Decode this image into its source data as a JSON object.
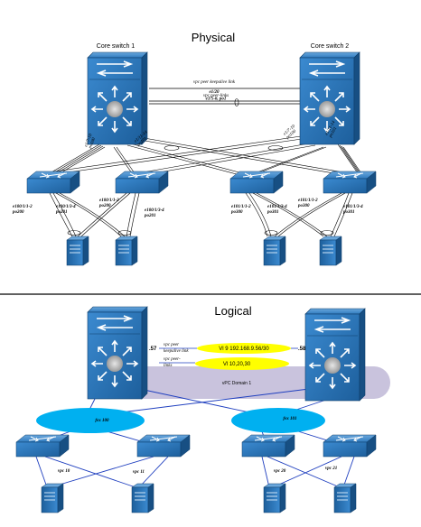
{
  "physical": {
    "title": "Physical",
    "core1_label": "Core switch 1",
    "core2_label": "Core switch 2",
    "keepalive_text": "vpc peer keepalive link",
    "keepalive_port": "e1/20",
    "peerlink_text": "vpc peer-links",
    "peerlink_port": "e1/5-6, po1",
    "c1_left_ports": "e1/7-10",
    "c1_left_po": "po100",
    "c1_right_ports": "e1/11-14",
    "c1_right_po": "po101",
    "c2_left_ports": "e1/7-10",
    "c2_left_po": "po100",
    "c2_right_ports": "e1/11-14",
    "c2_right_po": "po101",
    "fex_labels": [
      {
        "ports": "e100/1/1-2",
        "po": "po200"
      },
      {
        "ports": "e100/1/3-4",
        "po": "po201"
      },
      {
        "ports": "e100/1/1-2",
        "po": "po200"
      },
      {
        "ports": "e100/1/3-4",
        "po": "po201"
      },
      {
        "ports": "e101/1/1-2",
        "po": "po300"
      },
      {
        "ports": "e101/1/3-4",
        "po": "po301"
      },
      {
        "ports": "e101/1/1-2",
        "po": "po300"
      },
      {
        "ports": "e101/1/3-4",
        "po": "po301"
      }
    ]
  },
  "logical": {
    "title": "Logical",
    "port_left": ".57",
    "port_right": ".58",
    "keepalive_text_1": "vpc peer",
    "keepalive_text_2": "keepalive link",
    "keepalive_vlan": "Vl 9 192.168.9.56/30",
    "peerlink_text_1": "vpc peer-",
    "peerlink_text_2": "links",
    "peerlink_vlan": "Vl 10,20,30",
    "domain": "vPC Domain 1",
    "fex_left": "fex 100",
    "fex_right": "fex 101",
    "vpcs": [
      "vpc 10",
      "vpc 11",
      "vpc 20",
      "vpc 21"
    ]
  },
  "colors": {
    "switch_blue": "#2f7bbf",
    "switch_dark": "#1d5f9c",
    "vlan_yellow": "#ffff00",
    "domain_purple": "#c9c3dd",
    "fex_cyan": "#00b0f0",
    "link_blue": "#1f3fbf"
  }
}
